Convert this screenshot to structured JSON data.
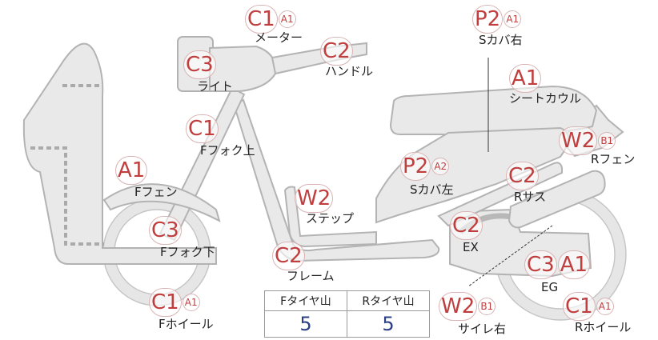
{
  "parts": [
    {
      "id": "meter",
      "name": "メーター",
      "grades": [
        "C1",
        "A1"
      ]
    },
    {
      "id": "handle",
      "name": "ハンドル",
      "grades": [
        "C2"
      ]
    },
    {
      "id": "light",
      "name": "ライト",
      "grades": [
        "C3"
      ]
    },
    {
      "id": "f-fork-upper",
      "name": "Fフォク上",
      "grades": [
        "C1"
      ]
    },
    {
      "id": "f-fender",
      "name": "Fフェン",
      "grades": [
        "A1"
      ]
    },
    {
      "id": "f-fork-lower",
      "name": "Fフォク下",
      "grades": [
        "C3"
      ]
    },
    {
      "id": "f-wheel",
      "name": "Fホイール",
      "grades": [
        "C1",
        "A1"
      ]
    },
    {
      "id": "step",
      "name": "ステップ",
      "grades": [
        "W2"
      ]
    },
    {
      "id": "frame",
      "name": "フレーム",
      "grades": [
        "C2"
      ]
    },
    {
      "id": "s-cover-right",
      "name": "Sカバ右",
      "grades": [
        "P2",
        "A1"
      ]
    },
    {
      "id": "seat-cowl",
      "name": "シートカウル",
      "grades": [
        "A1"
      ]
    },
    {
      "id": "r-fender",
      "name": "Rフェン",
      "grades": [
        "W2",
        "B1"
      ]
    },
    {
      "id": "s-cover-left",
      "name": "Sカバ左",
      "grades": [
        "P2",
        "A2"
      ]
    },
    {
      "id": "r-suspension",
      "name": "Rサス",
      "grades": [
        "C2"
      ]
    },
    {
      "id": "exhaust",
      "name": "EX",
      "grades": [
        "C2"
      ]
    },
    {
      "id": "engine",
      "name": "EG",
      "grades": [
        "C3",
        "A1"
      ]
    },
    {
      "id": "muffler-right",
      "name": "サイレ右",
      "grades": [
        "W2",
        "B1"
      ]
    },
    {
      "id": "r-wheel",
      "name": "Rホイール",
      "grades": [
        "C1",
        "A1"
      ]
    }
  ],
  "tire_tread": {
    "front": {
      "label": "Fタイヤ山",
      "value": "5"
    },
    "rear": {
      "label": "Rタイヤ山",
      "value": "5"
    }
  }
}
